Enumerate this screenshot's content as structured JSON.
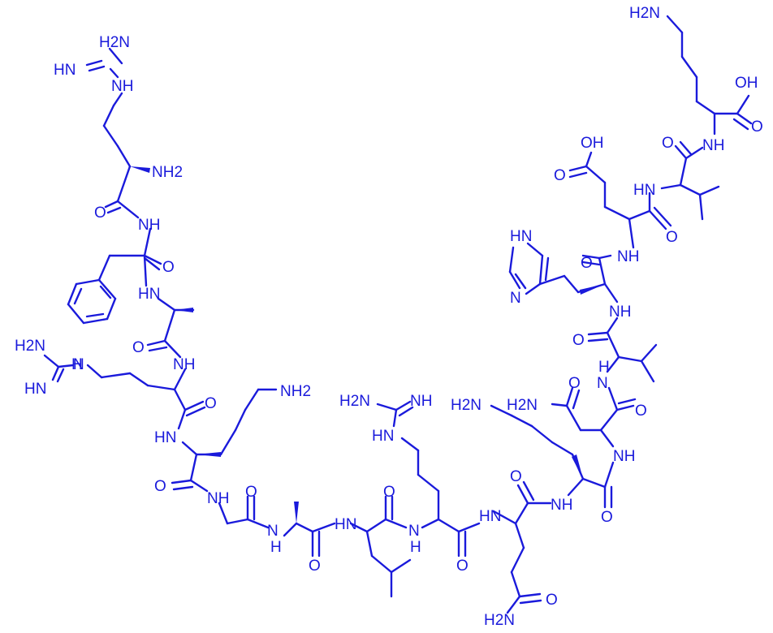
{
  "colors": {
    "molecule": "#1a1adb",
    "background": "#ffffff"
  },
  "labels": {
    "nh2": "NH2",
    "h2n": "H2N",
    "nh": "NH",
    "hn": "HN",
    "o": "O",
    "oh": "OH",
    "h": "H",
    "n": "N"
  }
}
